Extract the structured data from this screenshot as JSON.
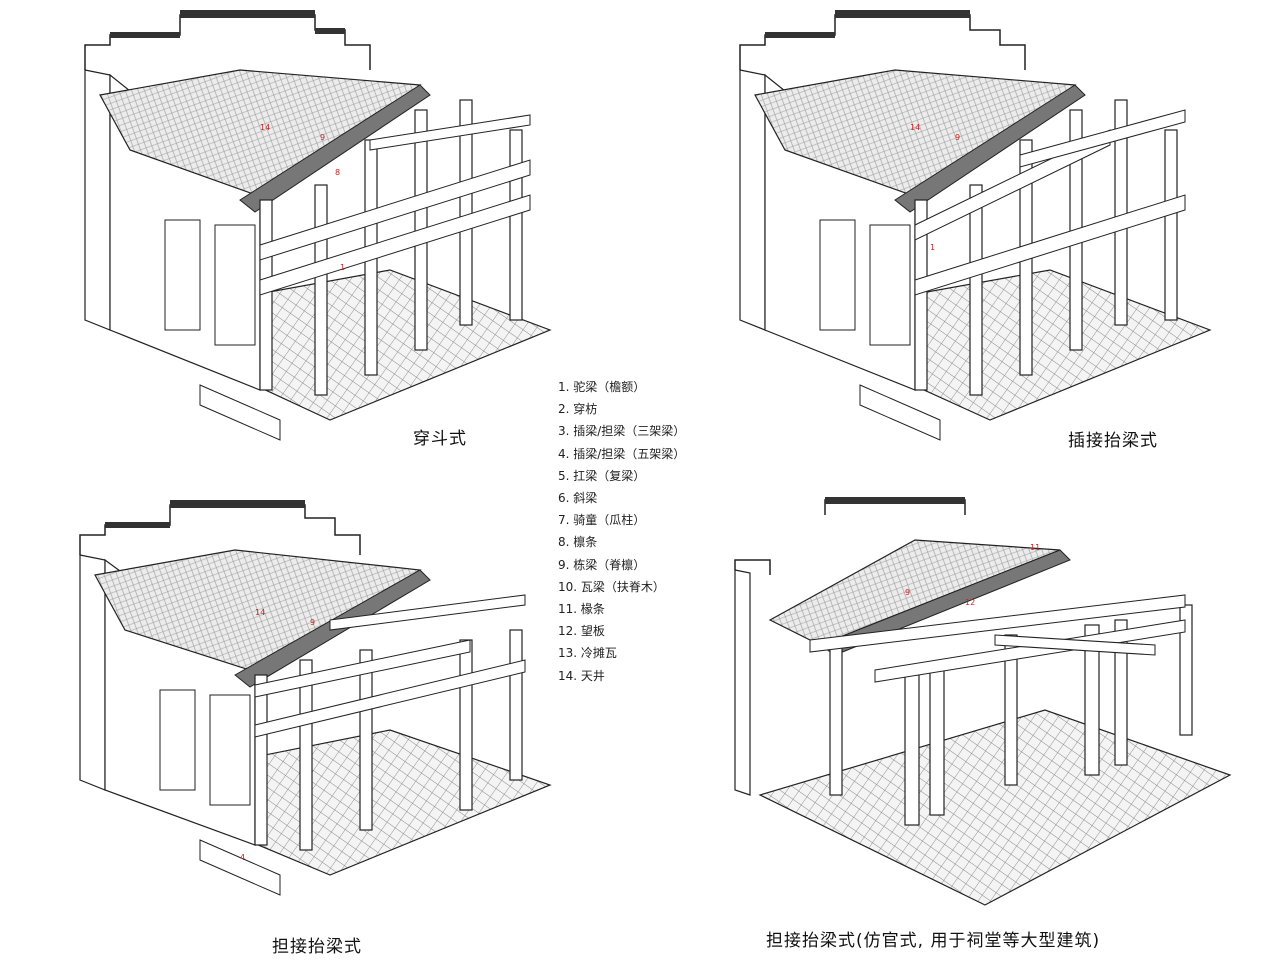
{
  "legend": {
    "items": [
      "1. 驼梁（檐额）",
      "2. 穿枋",
      "3. 插梁/担梁（三架梁）",
      "4. 插梁/担梁（五架梁）",
      "5. 扛梁（复梁）",
      "6. 斜梁",
      "7. 骑童（瓜柱）",
      "8. 檩条",
      "9. 栋梁（脊檩）",
      "10. 瓦梁（扶脊木）",
      "11. 椽条",
      "12. 望板",
      "13. 冷摊瓦",
      "14. 天井"
    ]
  },
  "panels": [
    {
      "id": "tl",
      "caption": "穿斗式"
    },
    {
      "id": "tr",
      "caption": "插接抬梁式"
    },
    {
      "id": "bl",
      "caption": "担接抬梁式"
    },
    {
      "id": "br",
      "caption": "担接抬梁式(仿官式, 用于祠堂等大型建筑)"
    }
  ],
  "colors": {
    "line": "#1a1a1a",
    "roof": "#e8e8e8",
    "callout": "#cc2222"
  }
}
